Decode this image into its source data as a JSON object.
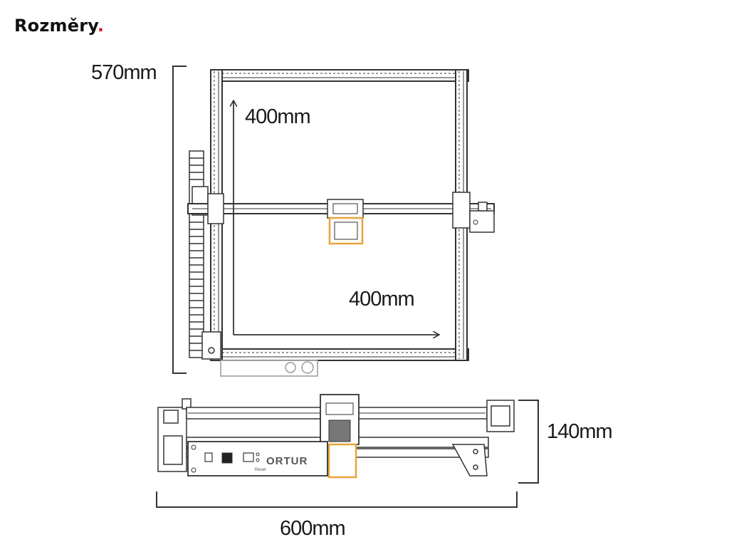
{
  "heading": {
    "text": "Rozměry",
    "dot": "."
  },
  "dimensions": {
    "height": "570mm",
    "work_y": "400mm",
    "work_x": "400mm",
    "depth": "140mm",
    "width": "600mm"
  },
  "brand": {
    "logo": "ORTUR",
    "sub": "Reset"
  },
  "colors": {
    "accent": "#d0202a",
    "laser_orange": "#e8a33a",
    "line": "#333333"
  }
}
